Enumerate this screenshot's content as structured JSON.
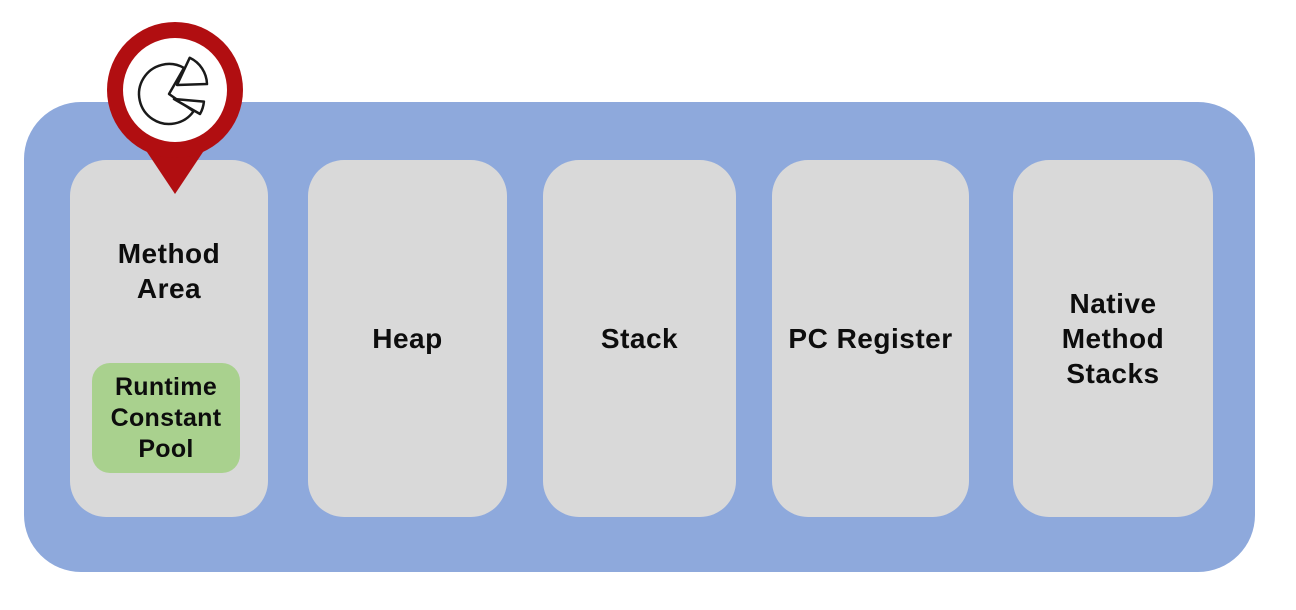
{
  "diagram": {
    "memory_areas": [
      {
        "label": "Method Area",
        "sub_area": "Runtime Constant Pool"
      },
      {
        "label": "Heap"
      },
      {
        "label": "Stack"
      },
      {
        "label": "PC Register"
      },
      {
        "label": "Native Method Stacks"
      }
    ],
    "marker": {
      "shape": "location-pin",
      "icon": "pie-chart-icon"
    },
    "colors": {
      "container_blue": "#8EA9DC",
      "area_gray": "#D9D9D9",
      "pool_green": "#A9D18E",
      "pin_red": "#B10E11",
      "icon_stroke": "#1A1A1A",
      "text": "#0D0D0D",
      "background": "#FFFFFF"
    }
  }
}
